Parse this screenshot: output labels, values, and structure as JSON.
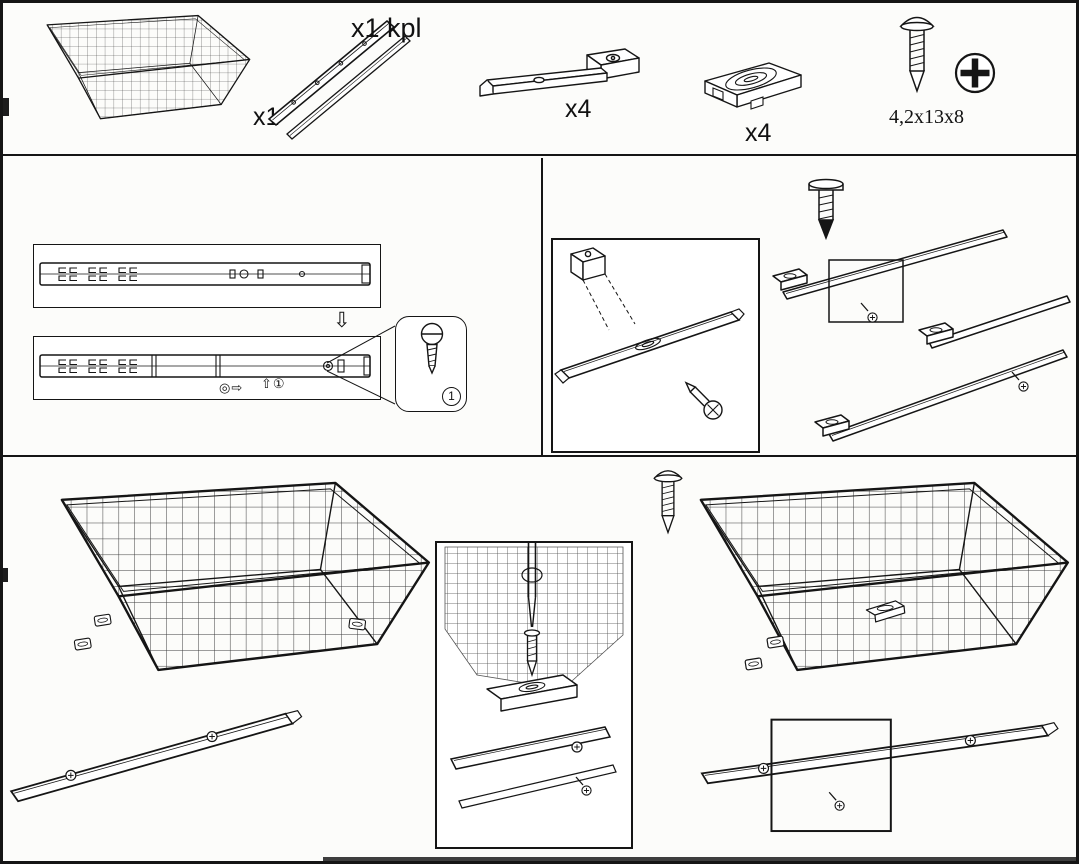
{
  "parts": {
    "basket_qty": "x1",
    "rail_qty": "x1 kpl",
    "bracket_qty": "x4",
    "clip_qty": "x4",
    "screw_size": "4,2x13x8"
  },
  "step_rail": {
    "down_arrow": "⇩",
    "press_symbol": "◎⇨",
    "lift_symbol": "⇧①",
    "detail_number": "1"
  }
}
